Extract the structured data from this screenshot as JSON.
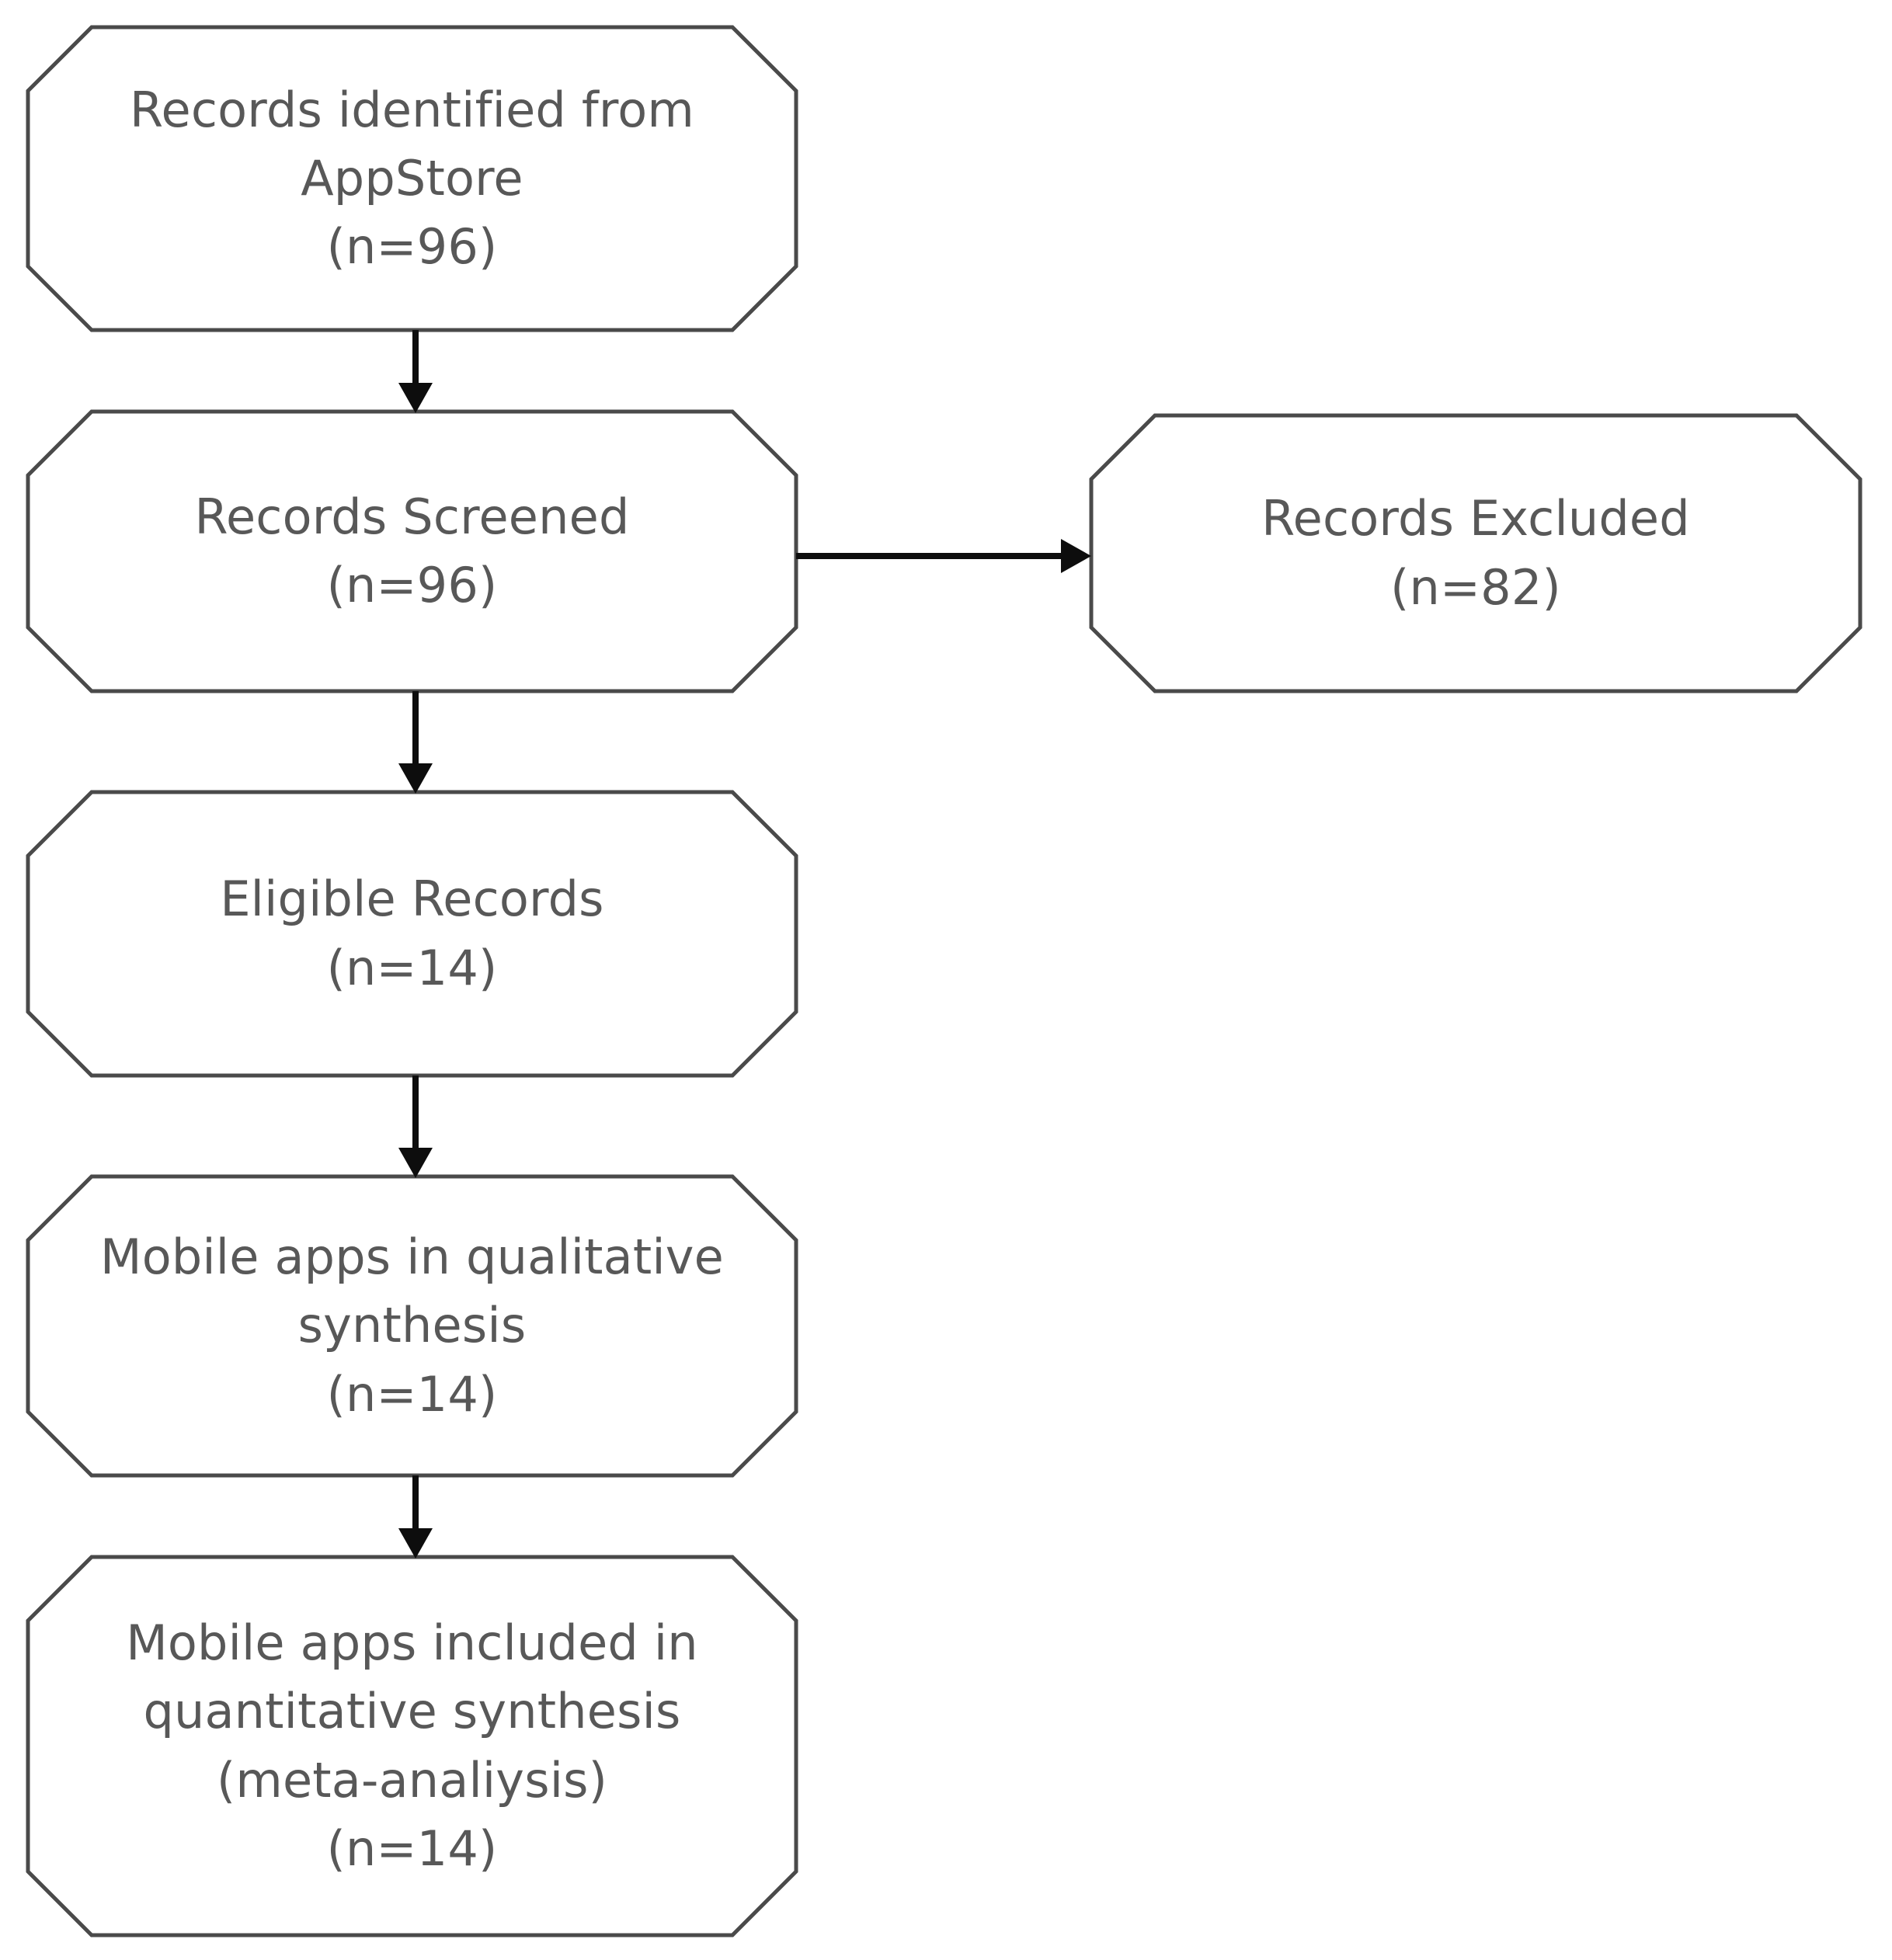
{
  "diagram": {
    "type": "prisma-flow-diagram",
    "orientation": "vertical",
    "background_color": "#ffffff",
    "box_border_color": "#4a4a4a",
    "text_color": "#585858",
    "connector_color": "#0d0d0d",
    "box_shape": "octagon"
  },
  "nodes": [
    {
      "id": "identified",
      "lines": [
        "Records identified from",
        "AppStore",
        "(n=96)"
      ],
      "count_label": "(n=96)",
      "count": 96
    },
    {
      "id": "screened",
      "lines": [
        "Records Screened",
        "(n=96)"
      ],
      "count_label": "(n=96)",
      "count": 96
    },
    {
      "id": "excluded",
      "lines": [
        "Records Excluded",
        "(n=82)"
      ],
      "count_label": "(n=82)",
      "count": 82
    },
    {
      "id": "eligible",
      "lines": [
        "Eligible Records",
        "(n=14)"
      ],
      "count_label": "(n=14)",
      "count": 14
    },
    {
      "id": "qualitative",
      "lines": [
        "Mobile apps in qualitative",
        "synthesis",
        "(n=14)"
      ],
      "count_label": "(n=14)",
      "count": 14
    },
    {
      "id": "quantitative",
      "lines": [
        "Mobile apps included in",
        "quantitative synthesis",
        "(meta-analiysis)",
        "(n=14)"
      ],
      "count_label": "(n=14)",
      "count": 14
    }
  ],
  "edges": [
    {
      "id": "identified-to-screened",
      "from": "identified",
      "to": "screened",
      "direction": "down"
    },
    {
      "id": "screened-to-excluded",
      "from": "screened",
      "to": "excluded",
      "direction": "right"
    },
    {
      "id": "screened-to-eligible",
      "from": "screened",
      "to": "eligible",
      "direction": "down"
    },
    {
      "id": "eligible-to-qualitative",
      "from": "eligible",
      "to": "qualitative",
      "direction": "down"
    },
    {
      "id": "qualitative-to-quantitative",
      "from": "qualitative",
      "to": "quantitative",
      "direction": "down"
    }
  ]
}
